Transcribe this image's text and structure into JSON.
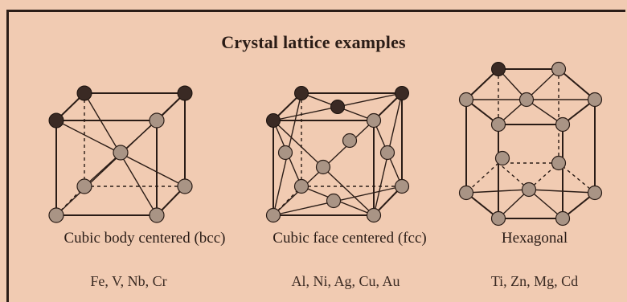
{
  "title": "Crystal lattice examples",
  "structures": [
    {
      "caption": "Cubic body centered (bcc)",
      "metals": "Fe, V, Nb, Cr",
      "icon": "bcc-lattice-icon"
    },
    {
      "caption": "Cubic face centered (fcc)",
      "metals": "Al, Ni, Ag, Cu, Au",
      "icon": "fcc-lattice-icon"
    },
    {
      "caption": "Hexagonal",
      "metals": "Ti, Zn, Mg, Cd",
      "icon": "hexagonal-lattice-icon"
    }
  ],
  "colors": {
    "background": "#f1cbb2",
    "ink": "#2a1c16",
    "atom_dark": "#3a2a24",
    "atom_light": "#a99485"
  }
}
